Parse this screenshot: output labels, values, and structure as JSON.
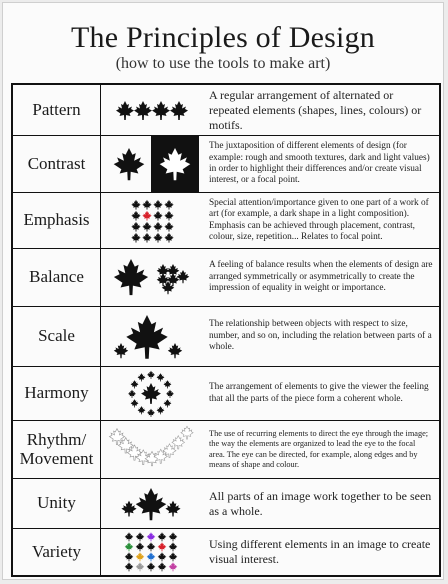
{
  "header": {
    "title": "The Principles of Design",
    "subtitle": "(how to use the tools to make art)"
  },
  "principles": [
    {
      "name": "Pattern",
      "description": "A regular arrangement of alternated or repeated elements (shapes, lines, colours) or motifs."
    },
    {
      "name": "Contrast",
      "description": "The juxtaposition of different elements of design (for example: rough and smooth textures, dark and light values) in order to highlight their differences and/or create visual interest, or a focal point."
    },
    {
      "name": "Emphasis",
      "description": "Special attention/importance given to one part of a work of art (for example, a dark shape in a light composition). Emphasis can be achieved through placement, contrast, colour, size, repetition... Relates to focal point."
    },
    {
      "name": "Balance",
      "description": "A feeling of balance results when the elements of design are arranged symmetrically or asymmetrically to create the impression of equality in weight or importance."
    },
    {
      "name": "Scale",
      "description": "The relationship between objects with respect to size, number, and so on, including the relation between parts of a whole."
    },
    {
      "name": "Harmony",
      "description": "The arrangement of elements to give the viewer the feeling that all the parts of the piece form a coherent whole."
    },
    {
      "name": "Rhythm/ Movement",
      "description": "The use of recurring elements to direct the eye through the image; the way the elements are organized to lead the eye to the focal area. The eye can be directed, for example, along edges and by means of shape and colour."
    },
    {
      "name": "Unity",
      "description": "All parts of an image work together to be seen as a whole."
    },
    {
      "name": "Variety",
      "description": "Using different elements in an image to create visual interest."
    }
  ],
  "illustration_icon": "maple-leaf-icon",
  "colors": {
    "leaf": "#111111",
    "emphasis_accent": "#d8202a",
    "rhythm_outline": "#9a9a9a"
  }
}
